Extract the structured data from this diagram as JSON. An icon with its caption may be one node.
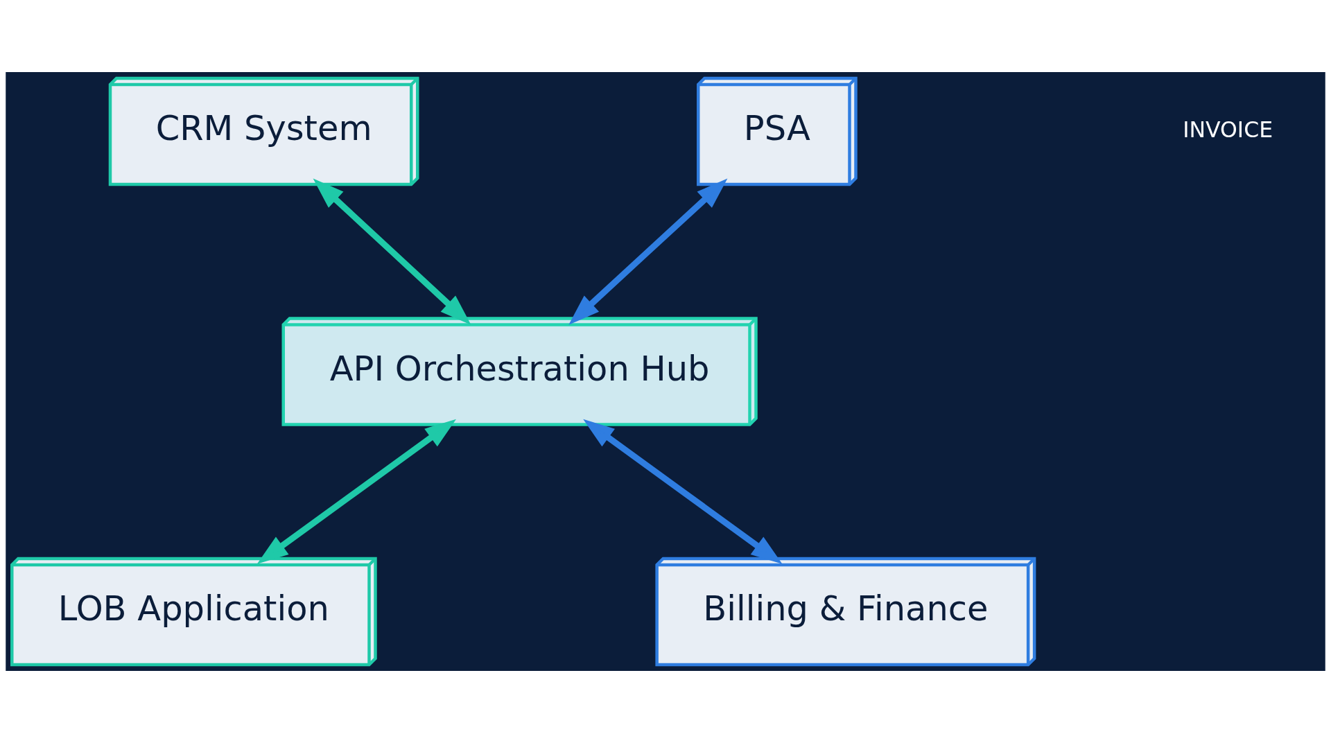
{
  "diagram": {
    "nodes": [
      {
        "text": [
          "CRM System"
        ]
      },
      {
        "text": [
          "PSA"
        ]
      },
      {
        "text": [
          "API Orchestration Hub"
        ]
      },
      {
        "text": [
          "LOB Application"
        ]
      },
      {
        "text": [
          "Billing & Finance"
        ]
      }
    ],
    "edges": [
      {
        "from": 0,
        "to": 2,
        "arrow": "both"
      },
      {
        "from": 1,
        "to": 2,
        "arrow": "both"
      },
      {
        "from": 3,
        "to": 2,
        "arrow": "both"
      },
      {
        "from": 4,
        "to": 2,
        "arrow": "both"
      }
    ],
    "labels": [
      "INVOICE"
    ]
  }
}
